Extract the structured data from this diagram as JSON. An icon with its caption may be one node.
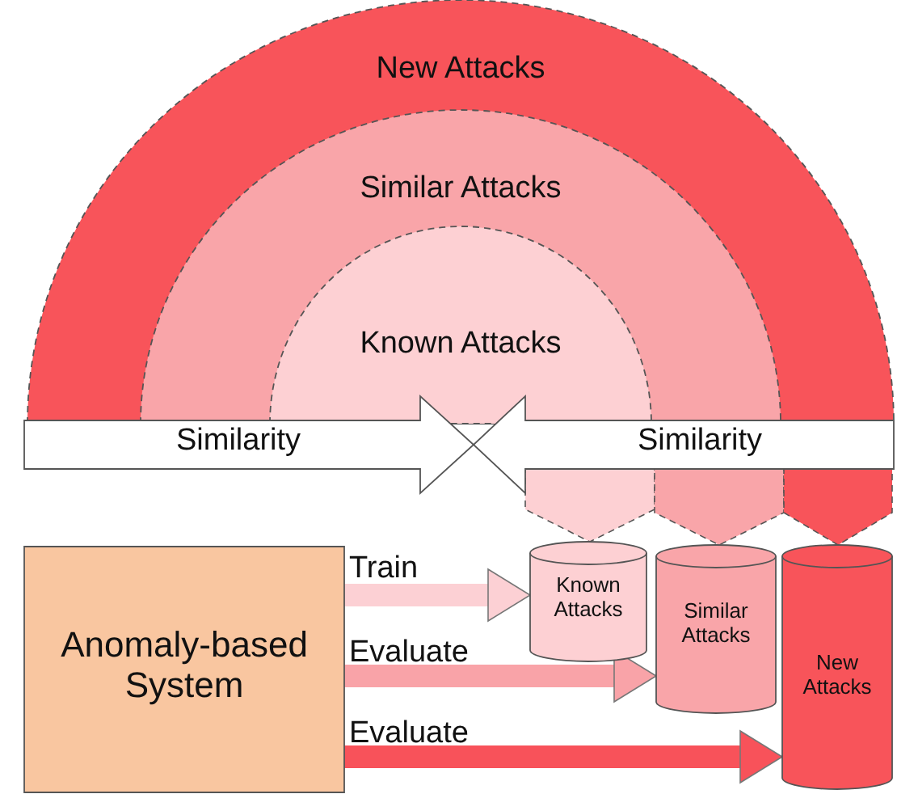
{
  "diagram": {
    "nodes": [
      {
        "text": [
          "New Attacks"
        ]
      },
      {
        "text": [
          "Similar Attacks"
        ],
        "in": 0
      },
      {
        "text": [
          "Known Attacks"
        ],
        "in": 1
      },
      {
        "text": [
          "Similarity"
        ]
      },
      {
        "text": [
          "Similarity"
        ]
      },
      {
        "text": [
          "Anomaly-based System"
        ]
      },
      {
        "text": [
          "Known Attacks"
        ]
      },
      {
        "text": [
          "Similar Attacks"
        ]
      },
      {
        "text": [
          "New Attacks"
        ]
      }
    ],
    "edges": [
      {
        "from": 5,
        "to": 6,
        "arrow": "to",
        "label": "Train",
        "color": "#fcd0d4"
      },
      {
        "from": 5,
        "to": 7,
        "arrow": "to",
        "label": "Evaluate",
        "color": "#f9a3a8"
      },
      {
        "from": 5,
        "to": 8,
        "arrow": "to",
        "label": "Evaluate",
        "color": "#f8525a"
      },
      {
        "from": 2,
        "to": 6,
        "arrow": "to",
        "style": "dashed",
        "color": "#fdd0d3"
      },
      {
        "from": 1,
        "to": 7,
        "arrow": "to",
        "style": "dashed",
        "color": "#f9a5a9"
      },
      {
        "from": 0,
        "to": 8,
        "arrow": "to",
        "style": "dashed",
        "color": "#f8545a"
      }
    ]
  }
}
